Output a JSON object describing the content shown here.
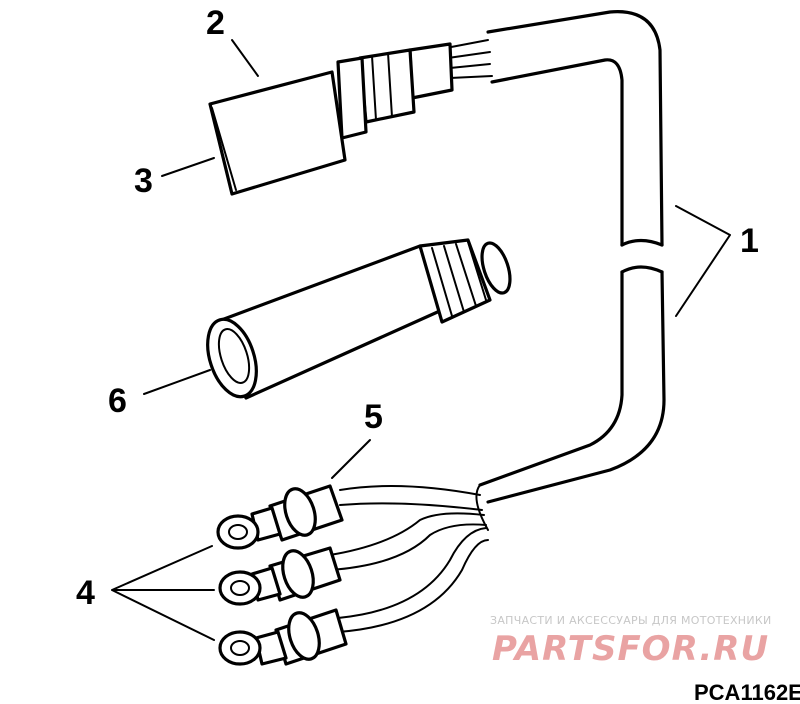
{
  "callouts": {
    "c1": "1",
    "c2": "2",
    "c3": "3",
    "c4": "4",
    "c5": "5",
    "c6": "6"
  },
  "watermark": {
    "tagline": "ЗАПЧАСТИ И АКСЕССУАРЫ ДЛЯ МОТОТЕХНИКИ",
    "brand": "PARTSFOR.RU",
    "color": "#e9a3a3"
  },
  "figure_code": "PCA1162E"
}
